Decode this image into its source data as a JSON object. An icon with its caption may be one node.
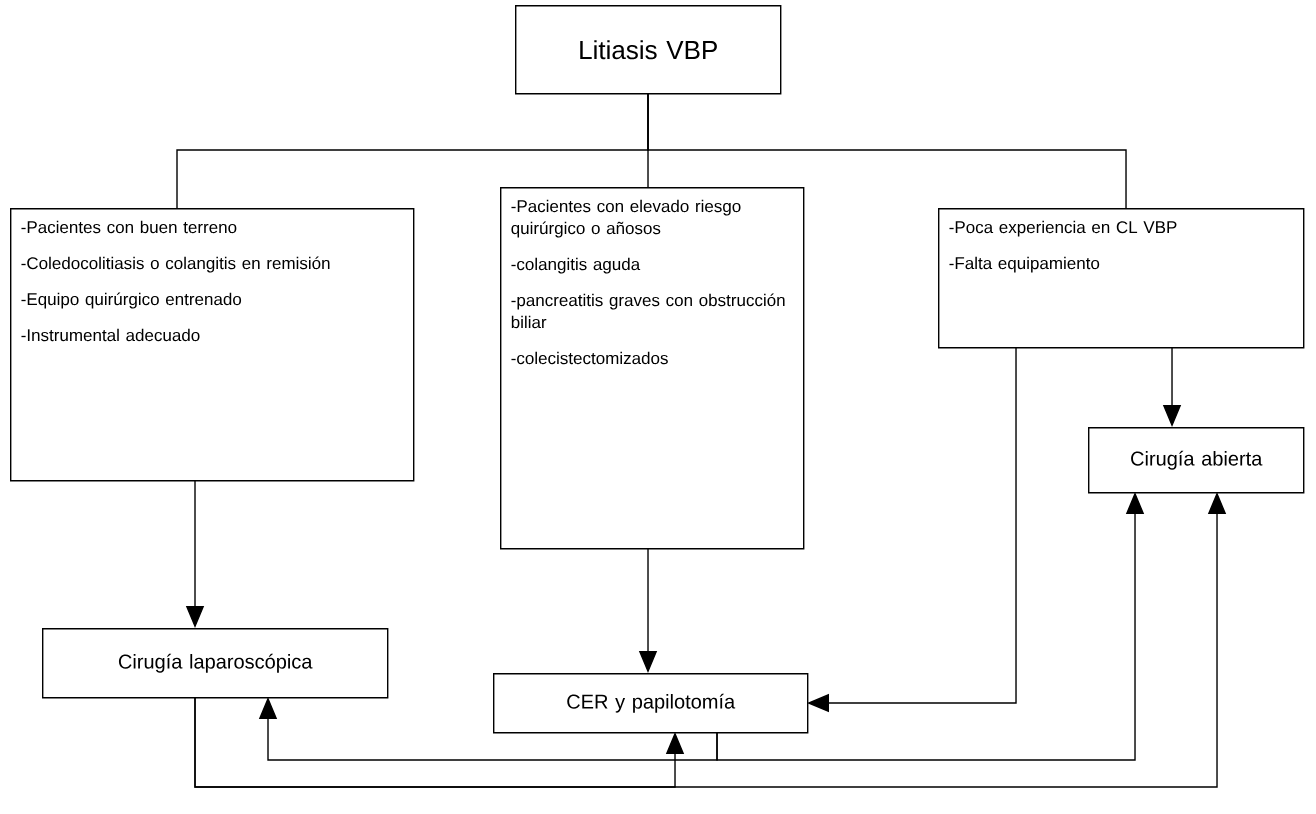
{
  "diagram": {
    "nodes": [
      {
        "text": [
          "Litiasis VBP"
        ]
      },
      {
        "text": [
          "-Pacientes con buen terreno",
          "-Coledocolitiasis o colangitis en remisión",
          "-Equipo quirúrgico entrenado",
          "-Instrumental adecuado"
        ]
      },
      {
        "text": [
          "-Pacientes con elevado riesgo quirúrgico o añosos",
          "-colangitis aguda",
          "-pancreatitis graves con obstrucción biliar",
          "-colecistectomizados"
        ]
      },
      {
        "text": [
          "-Poca experiencia en CL VBP",
          "-Falta equipamiento"
        ]
      },
      {
        "text": [
          "Cirugía laparoscópica"
        ]
      },
      {
        "text": [
          "CER y papilotomía"
        ]
      },
      {
        "text": [
          "Cirugía abierta"
        ]
      }
    ],
    "edges": [
      {
        "from": 0,
        "to": 1,
        "arrow": "none"
      },
      {
        "from": 0,
        "to": 2,
        "arrow": "none"
      },
      {
        "from": 0,
        "to": 3,
        "arrow": "none"
      },
      {
        "from": 1,
        "to": 4,
        "arrow": "to"
      },
      {
        "from": 2,
        "to": 5,
        "arrow": "to"
      },
      {
        "from": 3,
        "to": 6,
        "arrow": "to"
      },
      {
        "from": 3,
        "to": 5,
        "arrow": "to"
      },
      {
        "from": 4,
        "to": 5,
        "arrow": "to"
      },
      {
        "from": 4,
        "to": 6,
        "arrow": "to"
      },
      {
        "from": 5,
        "to": 4,
        "arrow": "to"
      },
      {
        "from": 5,
        "to": 6,
        "arrow": "to"
      }
    ]
  }
}
